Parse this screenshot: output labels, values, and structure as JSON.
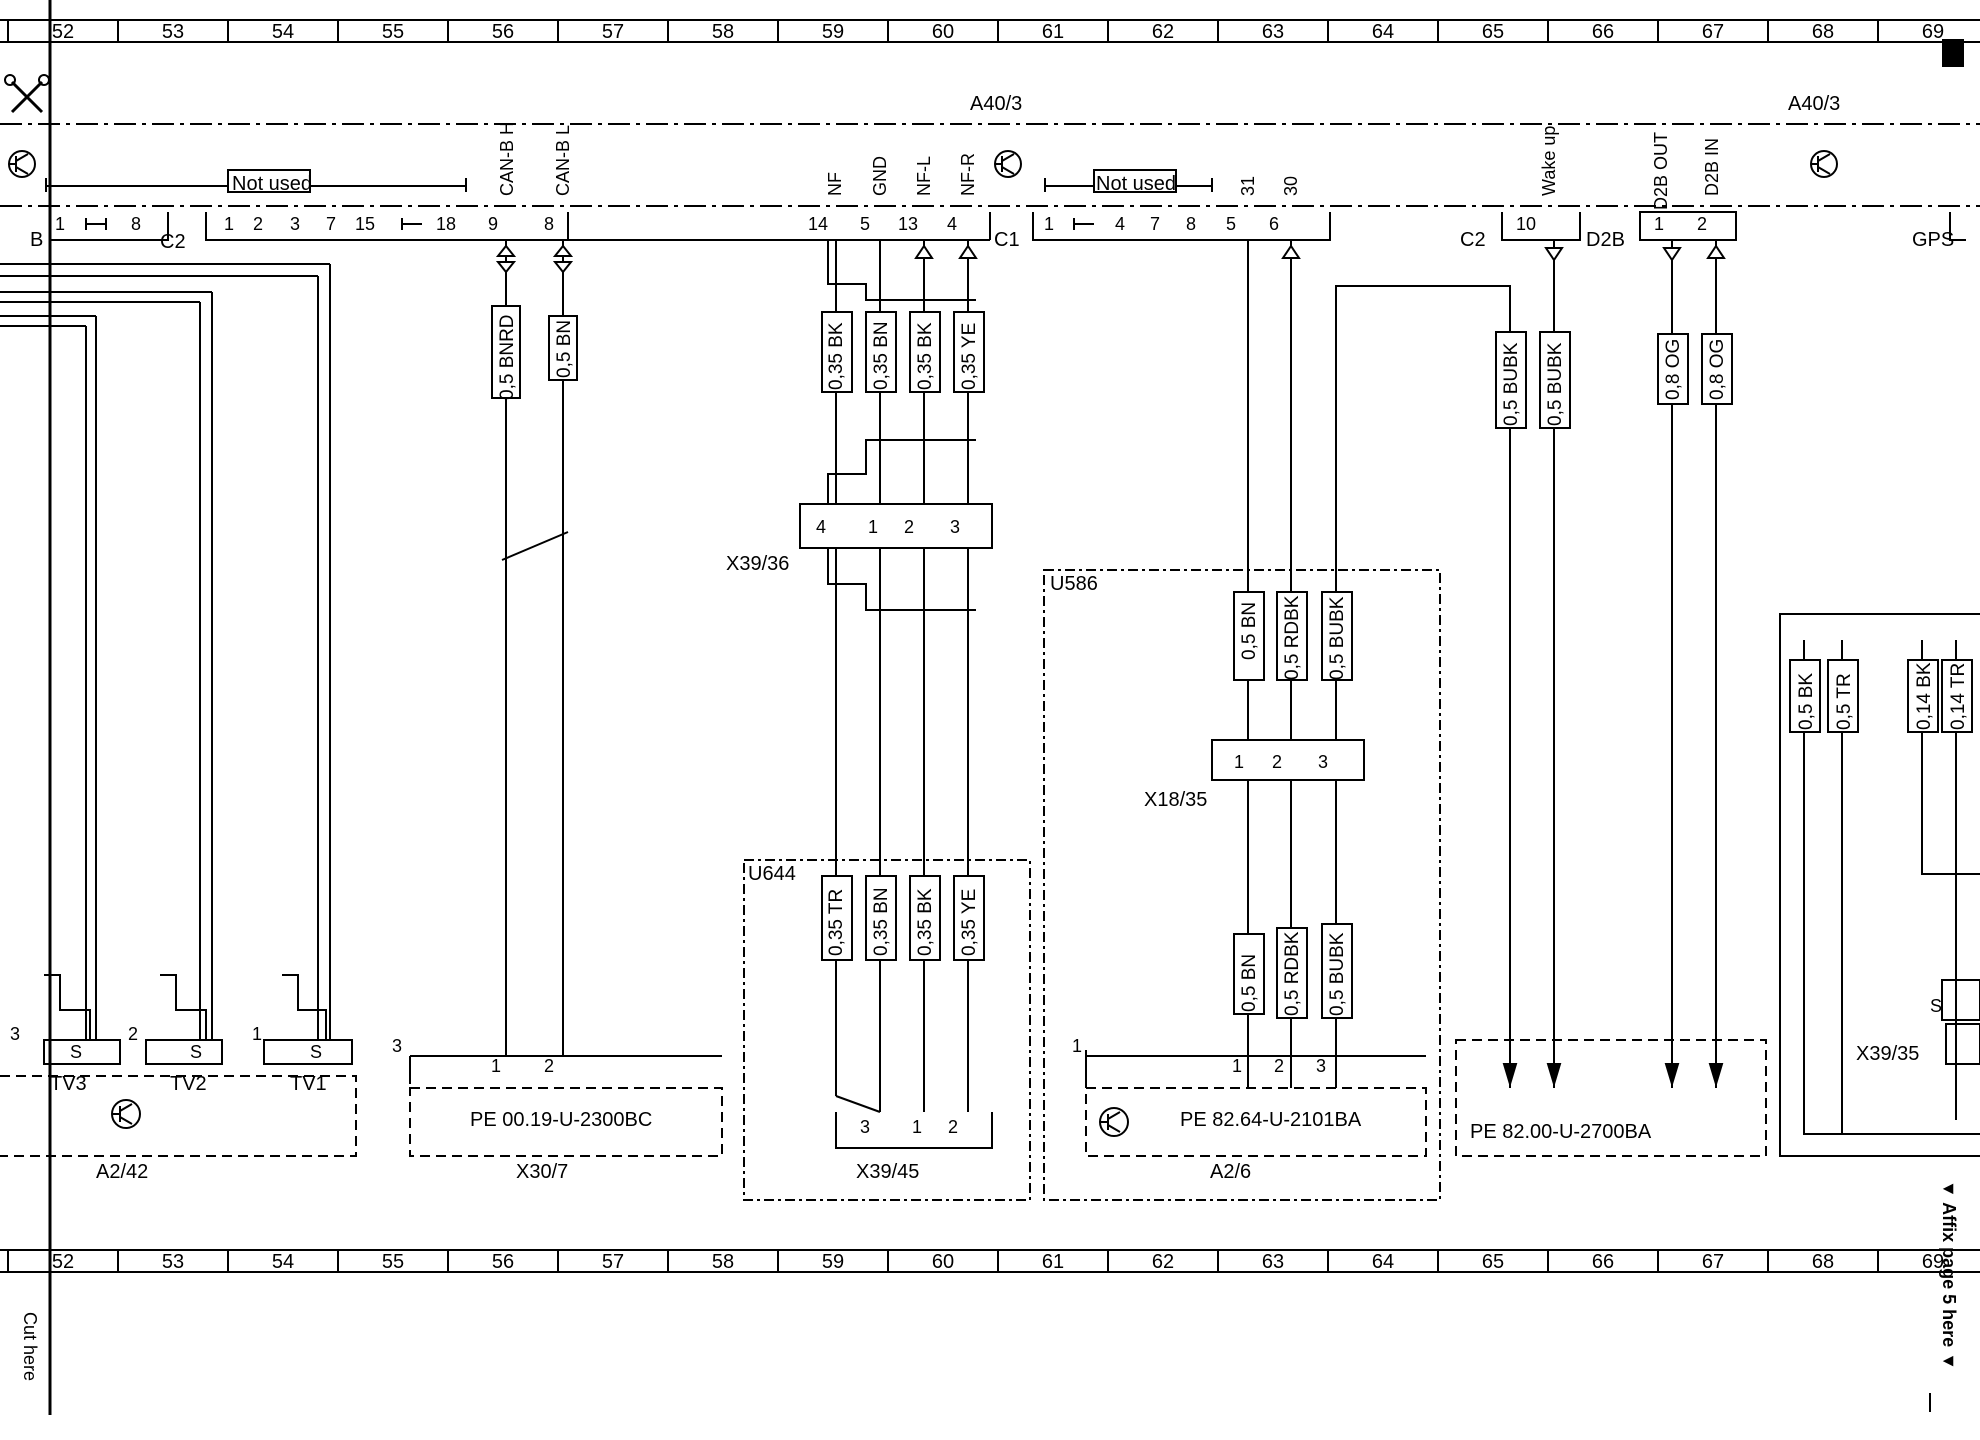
{
  "ruler": {
    "numbers": [
      "52",
      "53",
      "54",
      "55",
      "56",
      "57",
      "58",
      "59",
      "60",
      "61",
      "62",
      "63",
      "64",
      "65",
      "66",
      "67",
      "68",
      "69"
    ]
  },
  "labels": {
    "a40_3": "A40/3",
    "not_used": "Not used",
    "b": "B",
    "c2": "C2",
    "c1": "C1",
    "d2b": "D2B",
    "gps": "GPS",
    "cut_here": "Cut here",
    "affix": "▼ Affix page 5 here ▼"
  },
  "connectors": {
    "c2_left_pins": [
      "1",
      "8"
    ],
    "c2_right_pins": [
      "1",
      "2",
      "3",
      "7",
      "15",
      "18",
      "9",
      "8"
    ],
    "c1_pins": [
      "14",
      "5",
      "13",
      "4"
    ],
    "c1_right_pins": [
      "1",
      "4",
      "7",
      "8",
      "5",
      "6"
    ],
    "c2_d2b_pins": [
      "10"
    ],
    "d2b_pins": [
      "1",
      "2"
    ],
    "x39_36_pins": [
      "4",
      "1",
      "2",
      "3"
    ],
    "x18_35_pins": [
      "1",
      "2",
      "3"
    ],
    "x39_45_pins": [
      "3",
      "1",
      "2"
    ],
    "x30_7_pins": [
      "1",
      "2"
    ],
    "a2_6_pins": [
      "1",
      "2",
      "3"
    ]
  },
  "signals": {
    "can_bh": "CAN-B H",
    "can_bl": "CAN-B L",
    "nf": "NF",
    "gnd": "GND",
    "nf_l": "NF-L",
    "nf_r": "NF-R",
    "p31": "31",
    "p30": "30",
    "wake_up": "Wake up",
    "d2b_out": "D2B OUT",
    "d2b_in": "D2B IN"
  },
  "wires": {
    "w_056": "0,5 BNRD",
    "w_057": "0,5 BN",
    "w_059": "0,35 BK",
    "w_060a": "0,35 BN",
    "w_060b": "0,35 BK",
    "w_061": "0,35 YE",
    "w_065a": "0,5 BUBK",
    "w_065b": "0,5 BUBK",
    "w_067a": "0,8 OG",
    "w_067b": "0,8 OG",
    "w_lo_059": "0,35 TR",
    "w_lo_060a": "0,35 BN",
    "w_lo_060b": "0,35 BK",
    "w_lo_061": "0,35 YE",
    "w_mid_063a": "0,5 BN",
    "w_mid_063b": "0,5 RDBK",
    "w_mid_064": "0,5 BUBK",
    "w_lo_063a": "0,5 BN",
    "w_lo_063b": "0,5 RDBK",
    "w_lo_064": "0,5 BUBK",
    "w_r1": "0,5 BK",
    "w_r2": "0,5 TR",
    "w_r3": "0,14 BK",
    "w_r4": "0,14 TR"
  },
  "components": {
    "x39_36": "X39/36",
    "u586": "U586",
    "x18_35": "X18/35",
    "u644": "U644",
    "x39_45": "X39/45",
    "x30_7": "X30/7",
    "x30_7_ref": "PE 00.19-U-2300BC",
    "a2_6": "A2/6",
    "a2_6_ref": "PE 82.64-U-2101BA",
    "ref_27": "PE 82.00-U-2700BA",
    "a2_42": "A2/42",
    "x39_35": "X39/35",
    "tv3": "TV3",
    "tv2": "TV2",
    "tv1": "TV1",
    "tv3_n": "3",
    "tv2_n": "2",
    "tv1_n": "1",
    "s": "S",
    "x30_7_n": "3",
    "a2_6_n": "1"
  }
}
